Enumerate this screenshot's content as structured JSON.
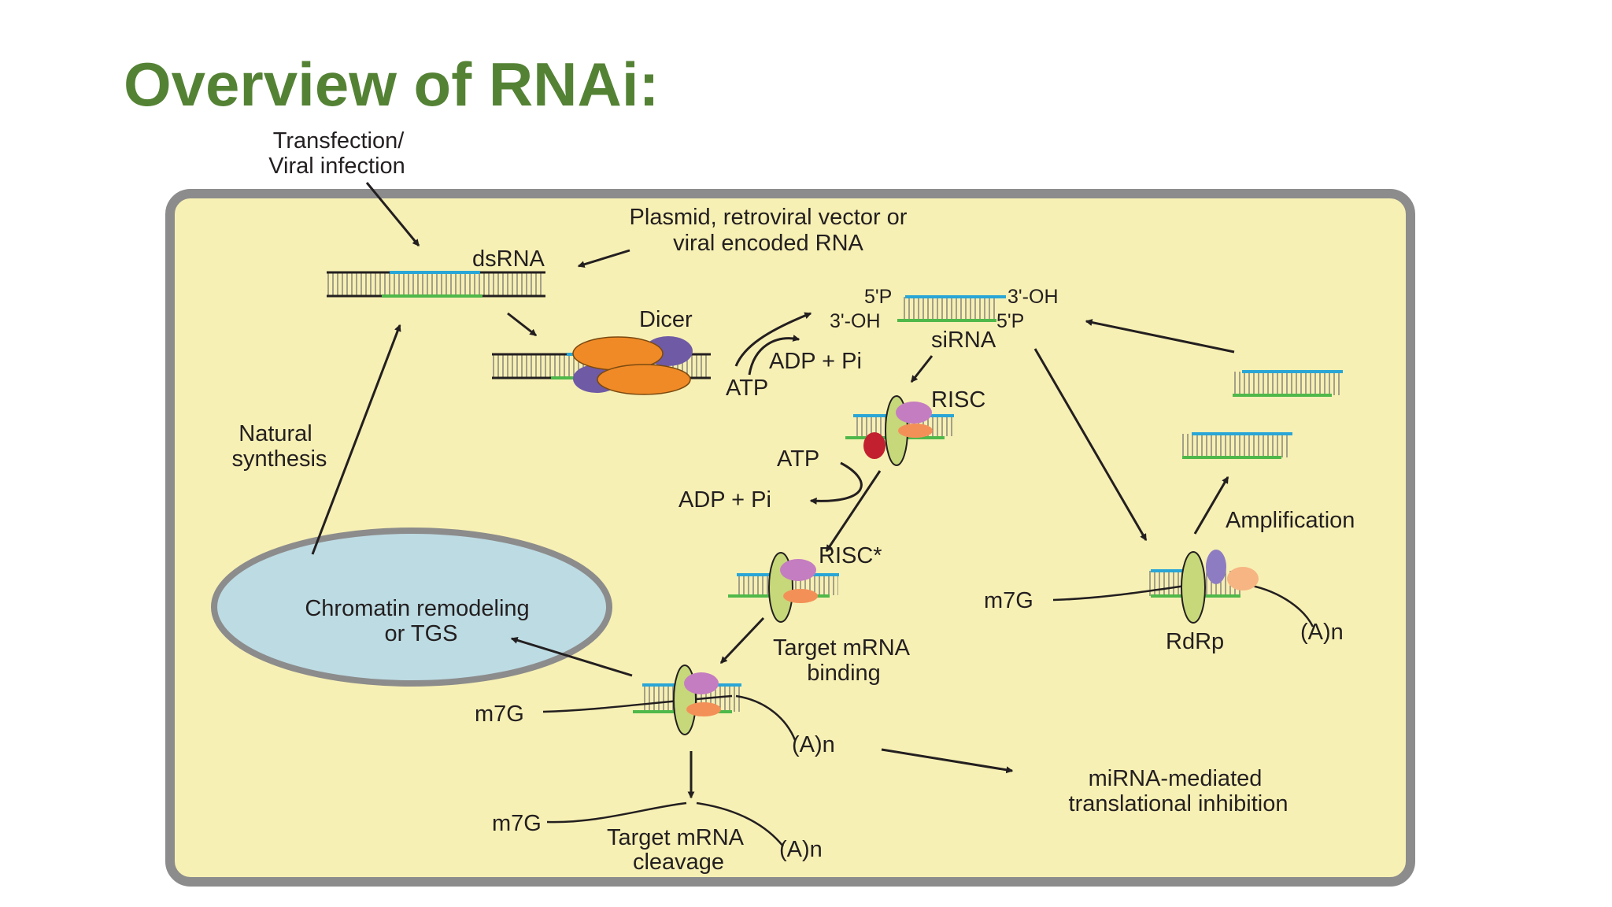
{
  "slide": {
    "title": "Overview of RNAi:"
  },
  "diagram": {
    "labels": {
      "transfection_1": "Transfection/",
      "transfection_2": "Viral infection",
      "plasmid_1": "Plasmid, retroviral vector or",
      "plasmid_2": "viral encoded RNA",
      "dsrna": "dsRNA",
      "dicer": "Dicer",
      "atp_1": "ATP",
      "adp_pi_1": "ADP + Pi",
      "p5_top": "5'P",
      "oh3_top": "3'-OH",
      "oh3_bottom": "3'-OH",
      "p5_bottom": "5'P",
      "sirna": "siRNA",
      "risc": "RISC",
      "natural_1": "Natural",
      "natural_2": "synthesis",
      "atp_2": "ATP",
      "adp_pi_2": "ADP + Pi",
      "risc_star": "RISC*",
      "chromatin_1": "Chromatin remodeling",
      "chromatin_2": "or TGS",
      "target_binding_1": "Target mRNA",
      "target_binding_2": "binding",
      "m7g_binding": "m7G",
      "an_binding": "(A)n",
      "mirna_1": "miRNA-mediated",
      "mirna_2": "translational inhibition",
      "m7g_cleavage": "m7G",
      "cleavage_1": "Target mRNA",
      "cleavage_2": "cleavage",
      "an_cleavage": "(A)n",
      "amplification": "Amplification",
      "m7g_rdrp": "m7G",
      "rdrp": "RdRp",
      "an_rdrp": "(A)n"
    },
    "colors": {
      "cell_fill": "#f7f0b4",
      "cell_border": "#8c8c8c",
      "nucleus_fill": "#bddbe3",
      "strand_blue": "#2aa6d6",
      "strand_green": "#4fb84a",
      "dicer_orange": "#f08a26",
      "dicer_purple": "#6f5aa6",
      "risc_body": "#c6d87a",
      "risc_pink": "#c47dc0",
      "risc_salmon": "#f39058",
      "red_protein": "#c2202f",
      "rdrp_purple": "#8e7cc3",
      "rdrp_peach": "#f6b582",
      "title_green": "#548235"
    }
  }
}
